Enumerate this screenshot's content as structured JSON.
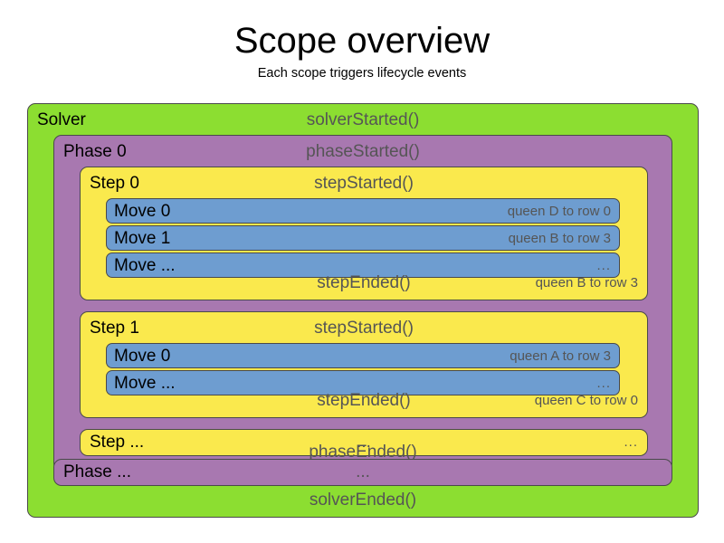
{
  "header": {
    "title": "Scope overview",
    "subtitle": "Each scope triggers lifecycle events"
  },
  "colors": {
    "solver": "#8CDE31",
    "phase": "#A878B0",
    "step": "#FAE94D",
    "move": "#6E9DD0",
    "border": "#4A4A4A",
    "event_text": "#555555",
    "label_text": "#000000",
    "background": "#FFFFFF"
  },
  "diagram": {
    "solver": {
      "label": "Solver",
      "started_event": "solverStarted()",
      "ended_event": "solverEnded()",
      "phases": [
        {
          "label": "Phase 0",
          "started_event": "phaseStarted()",
          "ended_event": "phaseEnded()",
          "steps": [
            {
              "label": "Step 0",
              "started_event": "stepStarted()",
              "ended_event": "stepEnded()",
              "ended_detail": "queen B to row 3",
              "moves": [
                {
                  "label": "Move 0",
                  "detail": "queen D to row 0"
                },
                {
                  "label": "Move 1",
                  "detail": "queen B to row 3"
                },
                {
                  "label": "Move ...",
                  "detail": "..."
                }
              ]
            },
            {
              "label": "Step 1",
              "started_event": "stepStarted()",
              "ended_event": "stepEnded()",
              "ended_detail": "queen C to row 0",
              "moves": [
                {
                  "label": "Move 0",
                  "detail": "queen A to row 3"
                },
                {
                  "label": "Move ...",
                  "detail": "..."
                }
              ]
            },
            {
              "label": "Step ...",
              "started_event": "...",
              "ended_event": "",
              "ended_detail": "",
              "detail": "...",
              "moves": []
            }
          ]
        },
        {
          "label": "Phase ...",
          "started_event": "...",
          "ended_event": "",
          "steps": []
        }
      ]
    }
  }
}
